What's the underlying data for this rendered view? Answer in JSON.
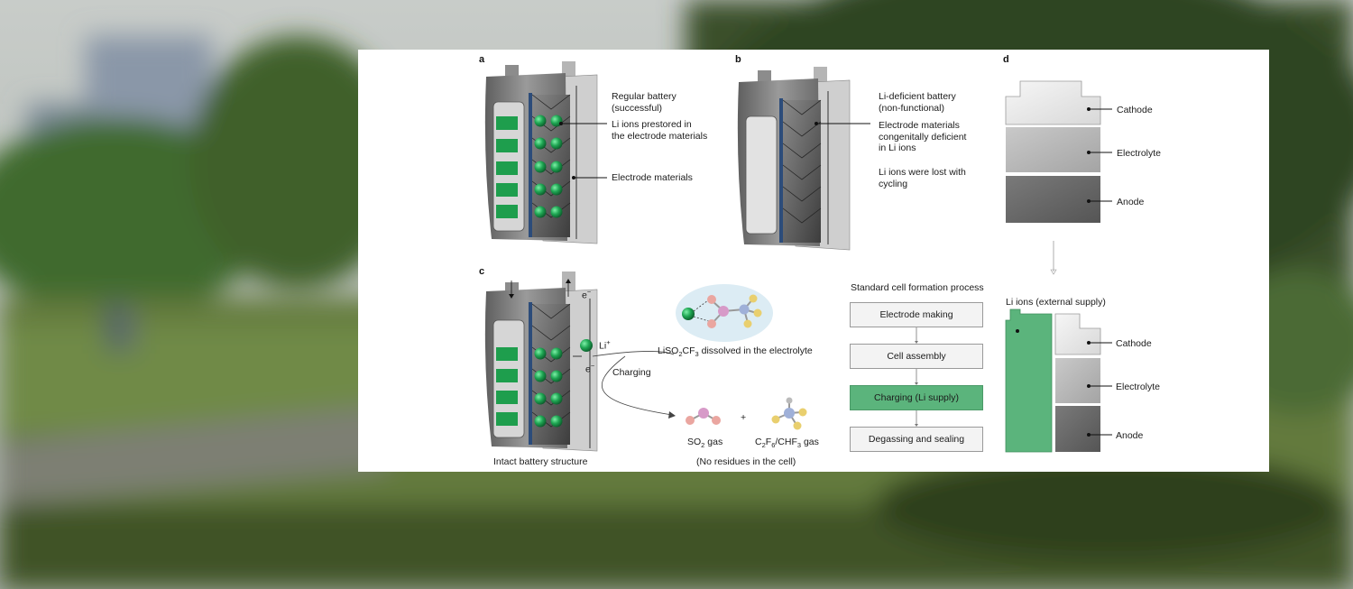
{
  "colors": {
    "li_green": "#5bb47c",
    "ion_green": "#1a9a4c",
    "cathode_gray": "#ececec",
    "electrolyte_gray": "#b9b9b9",
    "anode_gray": "#6a6a6a"
  },
  "panels": {
    "a": "a",
    "b": "b",
    "c": "c",
    "d": "d"
  },
  "panel_a": {
    "title": "Regular battery\n(successful)",
    "ions_label": "Li ions prestored in\nthe electrode materials",
    "electrode_label": "Electrode materials"
  },
  "panel_b": {
    "title": "Li-deficient battery\n(non-functional)",
    "deficient_label": "Electrode materials\ncongenitally deficient\nin Li ions",
    "lost_label": "Li ions were lost with\ncycling"
  },
  "panel_c": {
    "li_plus": "Li",
    "li_plus_sup": "+",
    "electron_top": "e",
    "electron_top_sup": "−",
    "electron_side": "e",
    "electron_side_sup": "−",
    "salt_a": "LiSO",
    "salt_a_sub": "2",
    "salt_b": "CF",
    "salt_b_sub": "3",
    "salt_c": " dissolved in the electrolyte",
    "charging": "Charging",
    "plus": "+",
    "so2_a": "SO",
    "so2_sub": "2",
    "so2_b": " gas",
    "cf_a": "C",
    "cf_sub1": "2",
    "cf_b": "F",
    "cf_sub2": "6",
    "cf_c": "/CHF",
    "cf_sub3": "3",
    "cf_d": " gas",
    "no_residues": "(No residues in the cell)",
    "intact": "Intact battery structure"
  },
  "process": {
    "title": "Standard cell formation process",
    "steps": [
      "Electrode making",
      "Cell assembly",
      "Charging (Li supply)",
      "Degassing and sealing"
    ]
  },
  "panel_d": {
    "top": {
      "cathode": "Cathode",
      "electrolyte": "Electrolyte",
      "anode": "Anode"
    },
    "external": "Li ions (external supply)",
    "bottom": {
      "cathode": "Cathode",
      "electrolyte": "Electrolyte",
      "anode": "Anode"
    }
  }
}
